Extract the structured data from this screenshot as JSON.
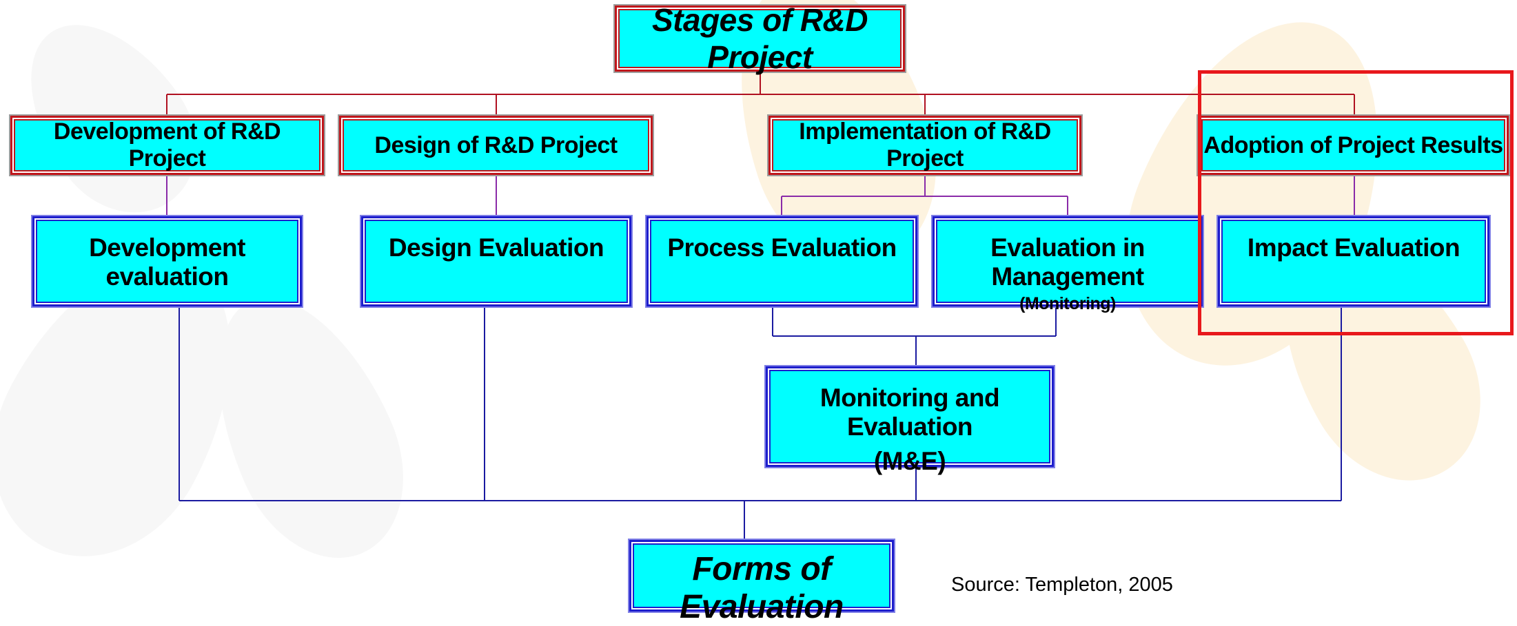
{
  "title": "Stages of R&D Project",
  "stages": [
    "Development of R&D Project",
    "Design of R&D Project",
    "Implementation of R&D Project",
    "Adoption of Project Results"
  ],
  "evaluations": {
    "development": "Development evaluation",
    "design": "Design Evaluation",
    "process": "Process Evaluation",
    "management": "Evaluation in Management",
    "management_sub": "(Monitoring)",
    "impact": "Impact Evaluation"
  },
  "monitoring": {
    "line1": "Monitoring and Evaluation",
    "line2": "(M&E)"
  },
  "bottom_title": "Forms of Evaluation",
  "source": "Source: Templeton, 2005",
  "colors": {
    "box_fill": "#00ffff",
    "stage_border": "#c0161b",
    "form_border": "#1d1dcc",
    "highlight": "#e8181c",
    "stage_connector": "#b01020",
    "form_connector": "#1a1aa0",
    "sub_connector": "#8a2aa8"
  }
}
